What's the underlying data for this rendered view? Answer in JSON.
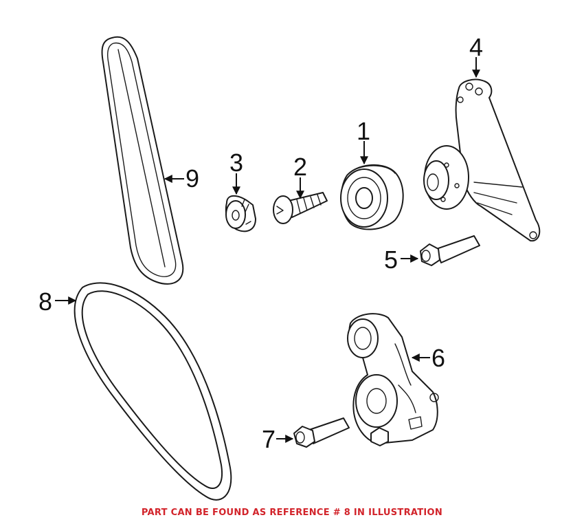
{
  "callouts": [
    {
      "id": "1",
      "label": "1"
    },
    {
      "id": "2",
      "label": "2"
    },
    {
      "id": "3",
      "label": "3"
    },
    {
      "id": "4",
      "label": "4"
    },
    {
      "id": "5",
      "label": "5"
    },
    {
      "id": "6",
      "label": "6"
    },
    {
      "id": "7",
      "label": "7"
    },
    {
      "id": "8",
      "label": "8"
    },
    {
      "id": "9",
      "label": "9"
    }
  ],
  "footer": {
    "text": "PART CAN BE FOUND AS REFERENCE # 8 IN ILLUSTRATION",
    "color": "#d2232a"
  }
}
